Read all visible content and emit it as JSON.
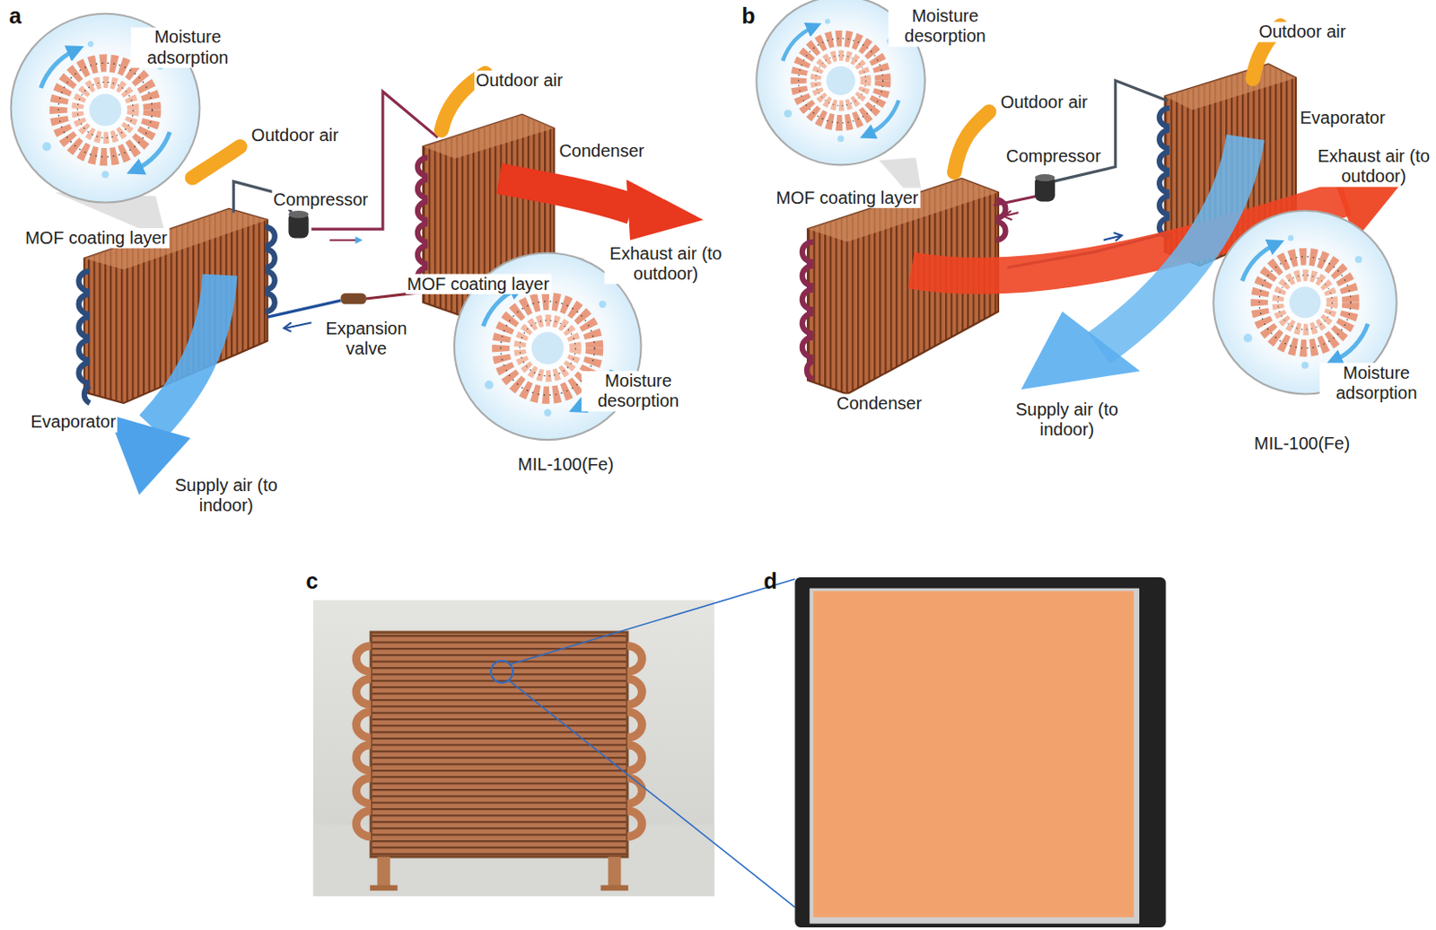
{
  "diagram": {
    "labels": [
      "a",
      "Moisture adsorption",
      "Outdoor air",
      "Outdoor air",
      "Condenser",
      "Compressor",
      "MOF coating layer",
      "Exhaust air (to outdoor)",
      "MOF coating layer",
      "Expansion valve",
      "Evaporator",
      "Moisture desorption",
      "Supply air (to indoor)",
      "MIL-100(Fe)",
      "b",
      "Moisture desorption",
      "Outdoor air",
      "Outdoor air",
      "Evaporator",
      "Compressor",
      "Exhaust air (to outdoor)",
      "MOF coating layer",
      "Condenser",
      "Supply air (to indoor)",
      "Moisture adsorption",
      "MIL-100(Fe)",
      "c",
      "d"
    ]
  }
}
